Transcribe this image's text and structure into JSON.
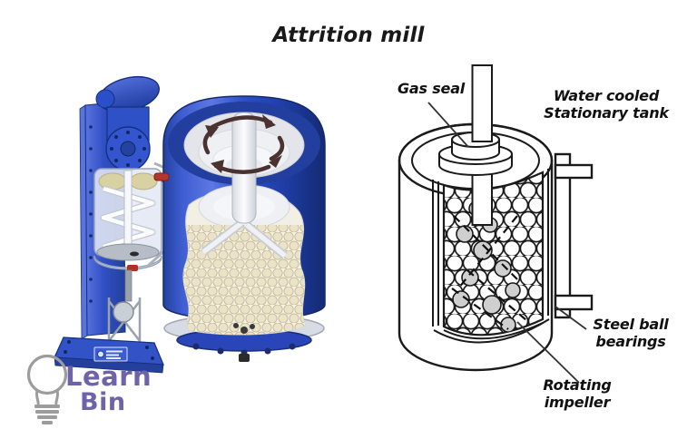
{
  "page": {
    "title": "Attrition mill",
    "background": "#ffffff"
  },
  "schematic": {
    "labels": {
      "gas_seal": "Gas seal",
      "water_cooled": {
        "line1": "Water cooled",
        "line2": "Stationary tank"
      },
      "steel_ball": {
        "line1": "Steel ball",
        "line2": "bearings"
      },
      "rotating_impeller": {
        "line1": "Rotating",
        "line2": "impeller"
      }
    }
  },
  "logo": {
    "line1": "Learn",
    "line2": "Bin"
  },
  "colors": {
    "tank_blue": "#2c4ec8",
    "navy_edge": "#16307f",
    "ball_cream": "#ebe3c8",
    "drawing_line": "#1a1a1a",
    "logo_purple": "#6e63a9",
    "bulb_gray": "#9c9c9c",
    "arrow_maroon": "#4a3230",
    "valve_red": "#b5362c"
  },
  "icons": {
    "lightbulb": "lightbulb-icon",
    "rotation_arrows": "rotation-arrows-icon"
  }
}
